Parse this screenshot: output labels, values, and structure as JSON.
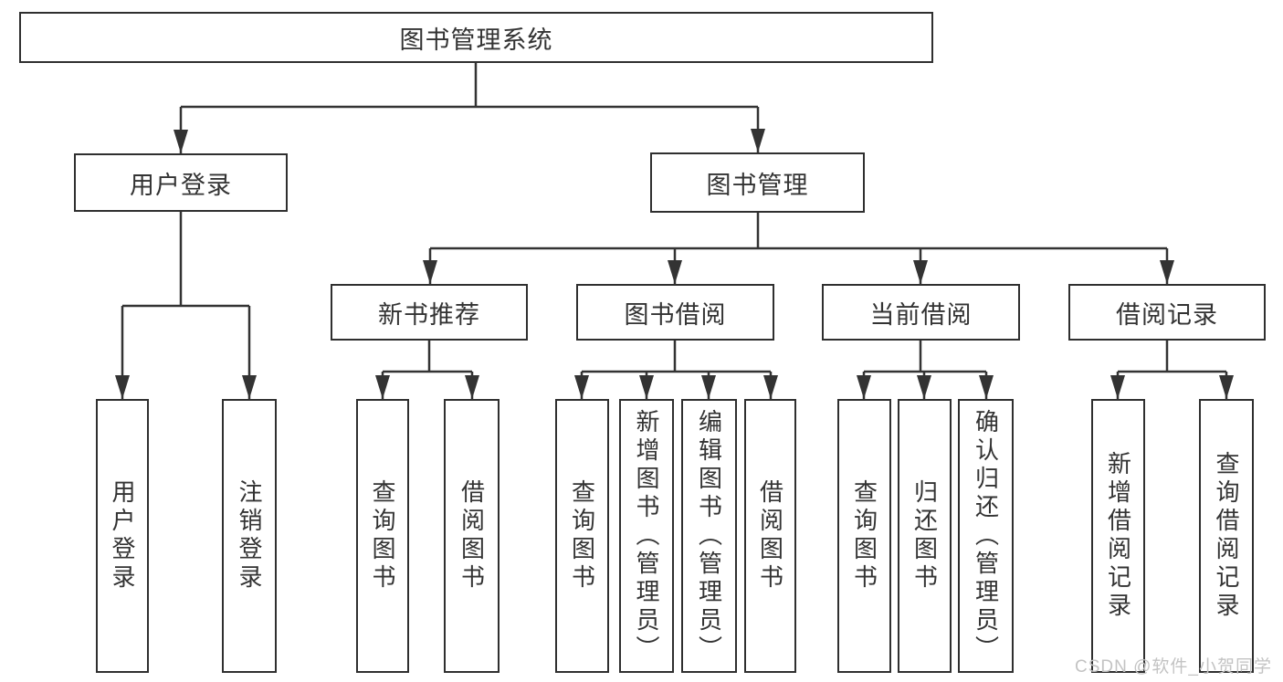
{
  "diagram": {
    "type": "hierarchy-tree",
    "colors": {
      "line": "#333333",
      "box_border": "#2f2f2f",
      "box_background": "#ffffff",
      "text": "#333333",
      "watermark_text_color": "#c3c3c3"
    },
    "root": {
      "label": "图书管理系统"
    },
    "level2": [
      {
        "label": "用户登录",
        "parent": "图书管理系统"
      },
      {
        "label": "图书管理",
        "parent": "图书管理系统"
      }
    ],
    "level3": [
      {
        "label": "新书推荐",
        "parent": "图书管理"
      },
      {
        "label": "图书借阅",
        "parent": "图书管理"
      },
      {
        "label": "当前借阅",
        "parent": "图书管理"
      },
      {
        "label": "借阅记录",
        "parent": "图书管理"
      }
    ],
    "leaves": [
      {
        "label": "用户登录",
        "parent": "用户登录"
      },
      {
        "label": "注销登录",
        "parent": "用户登录"
      },
      {
        "label": "查询图书",
        "parent": "新书推荐"
      },
      {
        "label": "借阅图书",
        "parent": "新书推荐"
      },
      {
        "label": "查询图书",
        "parent": "图书借阅"
      },
      {
        "label": "新增图书（管理员）",
        "parent": "图书借阅"
      },
      {
        "label": "编辑图书（管理员）",
        "parent": "图书借阅"
      },
      {
        "label": "借阅图书",
        "parent": "图书借阅"
      },
      {
        "label": "查询图书",
        "parent": "当前借阅"
      },
      {
        "label": "归还图书",
        "parent": "当前借阅"
      },
      {
        "label": "确认归还（管理员）",
        "parent": "当前借阅"
      },
      {
        "label": "新增借阅记录",
        "parent": "借阅记录"
      },
      {
        "label": "查询借阅记录",
        "parent": "借阅记录"
      }
    ]
  },
  "watermark": {
    "text": "CSDN @软件_小贺同学"
  }
}
